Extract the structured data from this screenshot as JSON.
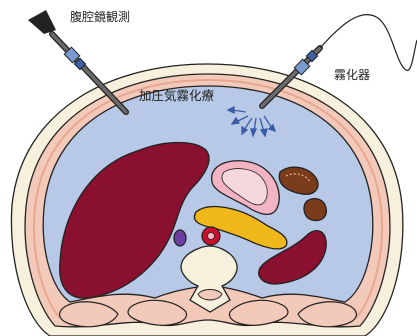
{
  "labels": {
    "laparoscope": "腹腔鏡観測",
    "therapy": "加圧気霧化療",
    "nebulizer": "霧化器"
  },
  "colors": {
    "skin_outer": "#f6f0dc",
    "muscle_layer": "#f3c9b9",
    "muscle_stripe": "#e7a792",
    "peritoneal_cavity": "#b7c9e6",
    "liver": "#8a1030",
    "stomach_outer": "#f2b3c2",
    "stomach_inner": "#f7d7de",
    "pancreas": "#f0b81a",
    "kidney_colon": "#7a3c1a",
    "spleen": "#8a1030",
    "aorta": "#c8102e",
    "vena_cava": "#6a3ea0",
    "vertebra": "#f6f0dc",
    "instrument_shaft": "#4c4c4c",
    "instrument_band": "#7a9ad0",
    "aerosol_arrows": "#3a5aa8"
  }
}
